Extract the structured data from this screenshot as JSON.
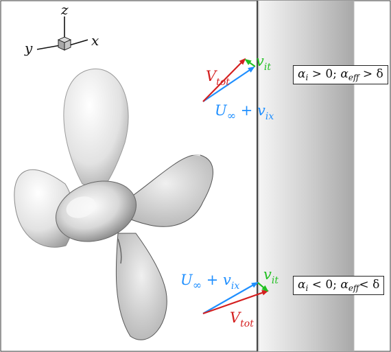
{
  "axes": {
    "z_label": "z",
    "y_label": "y",
    "x_label": "x"
  },
  "colors": {
    "v_tot": "#d42020",
    "u_inf": "#1f8fff",
    "v_it": "#22c022",
    "wall_dark": "#8a8a8a",
    "wall_light": "#e8e8e8",
    "propeller": "#bdbdbd"
  },
  "top": {
    "condition_alpha": "α",
    "condition_sub_i": "i",
    "condition_gt0": " > 0; ",
    "condition_alpha2": "α",
    "condition_sub_eff": "eff",
    "condition_gt_delta": " > δ",
    "vtot_main": "V",
    "vtot_sub": "tot",
    "uinf_main": "U",
    "uinf_sub": "∞",
    "uinf_plus": " + v",
    "uinf_plus_sub": "ix",
    "vit_main": "v",
    "vit_sub": "it"
  },
  "bottom": {
    "condition_alpha": "α",
    "condition_sub_i": "i",
    "condition_lt0": " < 0; ",
    "condition_alpha2": "α",
    "condition_sub_eff": "eff",
    "condition_lt_delta": "< δ",
    "vtot_main": "V",
    "vtot_sub": "tot",
    "uinf_main": "U",
    "uinf_sub": "∞",
    "uinf_plus": " + v",
    "uinf_plus_sub": "ix",
    "vit_main": "v",
    "vit_sub": "it"
  }
}
